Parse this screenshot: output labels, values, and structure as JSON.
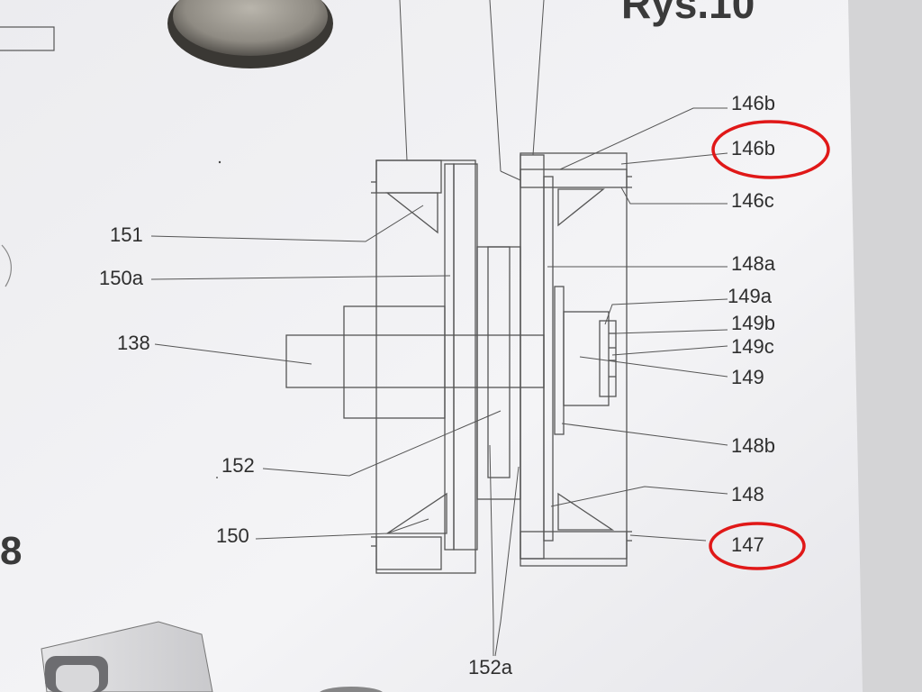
{
  "heading": "Rys.10",
  "side_number": "8",
  "labels": {
    "l146b_top": "146b",
    "l146b": "146b",
    "l146c": "146c",
    "l151": "151",
    "l150a": "150a",
    "l148a": "148a",
    "l149a": "149a",
    "l149b": "149b",
    "l149c": "149c",
    "l138": "138",
    "l149": "149",
    "l148b": "148b",
    "l152": "152",
    "l148": "148",
    "l150": "150",
    "l147": "147",
    "l152a": "152a"
  },
  "colors": {
    "highlight": "#e01818",
    "line": "#555555",
    "paper": "#f3f3f5"
  }
}
